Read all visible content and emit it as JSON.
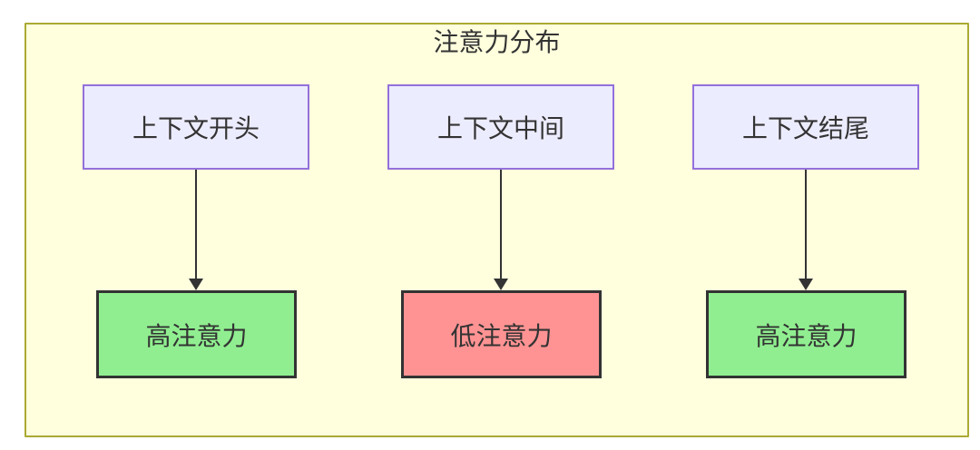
{
  "diagram": {
    "title": "注意力分布",
    "colors": {
      "container_bg": "#FFFFDE",
      "container_border": "#AAAA33",
      "source_box_bg": "#ECECFF",
      "source_box_border": "#9370DB",
      "high_attention_bg": "#90EE90",
      "low_attention_bg": "#FF9393",
      "result_box_border": "#333333",
      "arrow": "#333333",
      "text": "#333333"
    },
    "columns": [
      {
        "source": "上下文开头",
        "result": "高注意力",
        "result_type": "high",
        "result_bg": "#90EE90"
      },
      {
        "source": "上下文中间",
        "result": "低注意力",
        "result_type": "low",
        "result_bg": "#FF9393"
      },
      {
        "source": "上下文结尾",
        "result": "高注意力",
        "result_type": "high",
        "result_bg": "#90EE90"
      }
    ]
  }
}
